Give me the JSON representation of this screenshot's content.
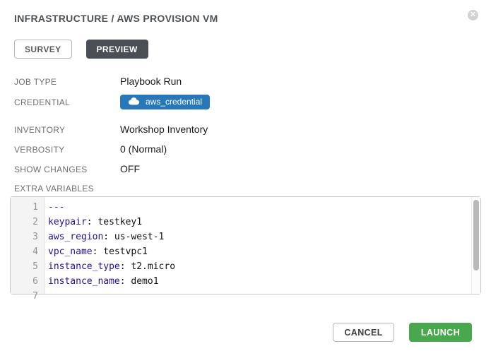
{
  "window": {
    "title": "INFRASTRUCTURE / AWS PROVISION VM",
    "close_glyph": "✕"
  },
  "tabs": {
    "survey": "SURVEY",
    "preview": "PREVIEW",
    "active_tab": "PREVIEW"
  },
  "details": {
    "job_type": {
      "label": "JOB TYPE",
      "value": "Playbook Run"
    },
    "credential": {
      "label": "CREDENTIAL",
      "value": "aws_credential"
    },
    "inventory": {
      "label": "INVENTORY",
      "value": "Workshop Inventory"
    },
    "verbosity": {
      "label": "VERBOSITY",
      "value": "0 (Normal)"
    },
    "show_changes": {
      "label": "SHOW CHANGES",
      "value": "OFF"
    }
  },
  "extra_variables": {
    "label": "EXTRA VARIABLES",
    "lines": [
      {
        "num": "1",
        "doc": "---"
      },
      {
        "num": "2",
        "key": "keypair",
        "rest": ": testkey1"
      },
      {
        "num": "3",
        "key": "aws_region",
        "rest": ": us-west-1"
      },
      {
        "num": "4",
        "key": "vpc_name",
        "rest": ": testvpc1"
      },
      {
        "num": "5",
        "key": "instance_type",
        "rest": ": t2.micro"
      },
      {
        "num": "6",
        "key": "instance_name",
        "rest": ": demo1"
      },
      {
        "num": "7"
      }
    ]
  },
  "footer": {
    "cancel": "CANCEL",
    "launch": "LAUNCH"
  },
  "icons": {
    "close": "close-icon",
    "credential": "cloud-icon"
  },
  "colors": {
    "credential_badge_blue": "#2878b9",
    "active_tab_slate": "#4a4f55",
    "launch_green": "#49a84e",
    "yaml_key": "#221199",
    "yaml_doc_separator": "#2b2bd5",
    "label_gray": "#6f6f6f"
  }
}
